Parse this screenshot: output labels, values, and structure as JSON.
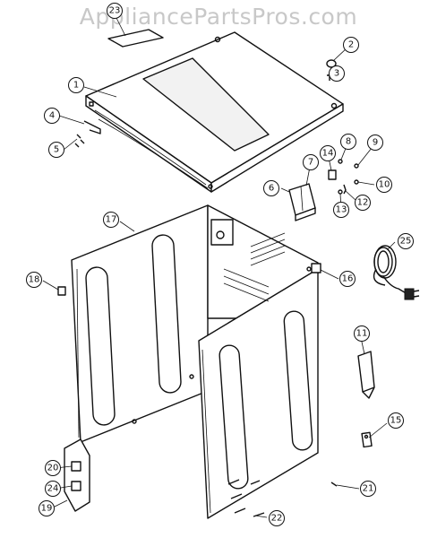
{
  "watermark": "AppliancePartsPros.com",
  "callouts": [
    {
      "id": "c23",
      "label": "23"
    },
    {
      "id": "c2",
      "label": "2"
    },
    {
      "id": "c3",
      "label": "3"
    },
    {
      "id": "c1",
      "label": "1"
    },
    {
      "id": "c4",
      "label": "4"
    },
    {
      "id": "c5",
      "label": "5"
    },
    {
      "id": "c14",
      "label": "14"
    },
    {
      "id": "c8",
      "label": "8"
    },
    {
      "id": "c9",
      "label": "9"
    },
    {
      "id": "c7",
      "label": "7"
    },
    {
      "id": "c10",
      "label": "10"
    },
    {
      "id": "c6",
      "label": "6"
    },
    {
      "id": "c12",
      "label": "12"
    },
    {
      "id": "c13",
      "label": "13"
    },
    {
      "id": "c17",
      "label": "17"
    },
    {
      "id": "c25",
      "label": "25"
    },
    {
      "id": "c16",
      "label": "16"
    },
    {
      "id": "c18",
      "label": "18"
    },
    {
      "id": "c11",
      "label": "11"
    },
    {
      "id": "c15",
      "label": "15"
    },
    {
      "id": "c20",
      "label": "20"
    },
    {
      "id": "c24",
      "label": "24"
    },
    {
      "id": "c19",
      "label": "19"
    },
    {
      "id": "c21",
      "label": "21"
    },
    {
      "id": "c22",
      "label": "22"
    }
  ]
}
